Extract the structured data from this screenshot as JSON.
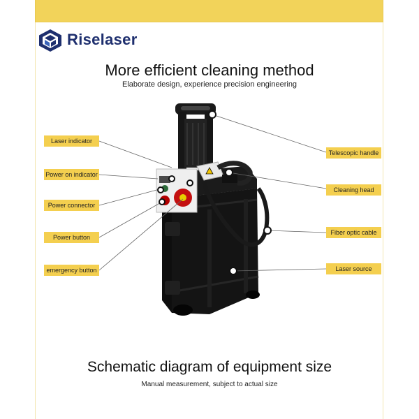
{
  "brand": {
    "name": "Riselaser",
    "accent": "#1e2f6e",
    "icon": "cube-logo-icon"
  },
  "header": {
    "title": "More efficient cleaning method",
    "subtitle": "Elaborate design, experience precision engineering"
  },
  "labels": {
    "laser_indicator": "Laser indicator",
    "power_on_indicator": "Power on indicator",
    "power_connector": "Power connector",
    "power_button": "Power button",
    "emergency_button": "emergency button",
    "telescopic_handle": "Telescopic handle",
    "cleaning_head": "Cleaning head",
    "fiber_optic_cable": "Fiber optic cable",
    "laser_source": "Laser source"
  },
  "footer": {
    "title": "Schematic diagram of equipment size",
    "subtitle": "Manual measurement, subject to actual size"
  },
  "colors": {
    "label_bg": "#f4cf4f",
    "frame": "#f2d35a",
    "device": "#111111"
  }
}
